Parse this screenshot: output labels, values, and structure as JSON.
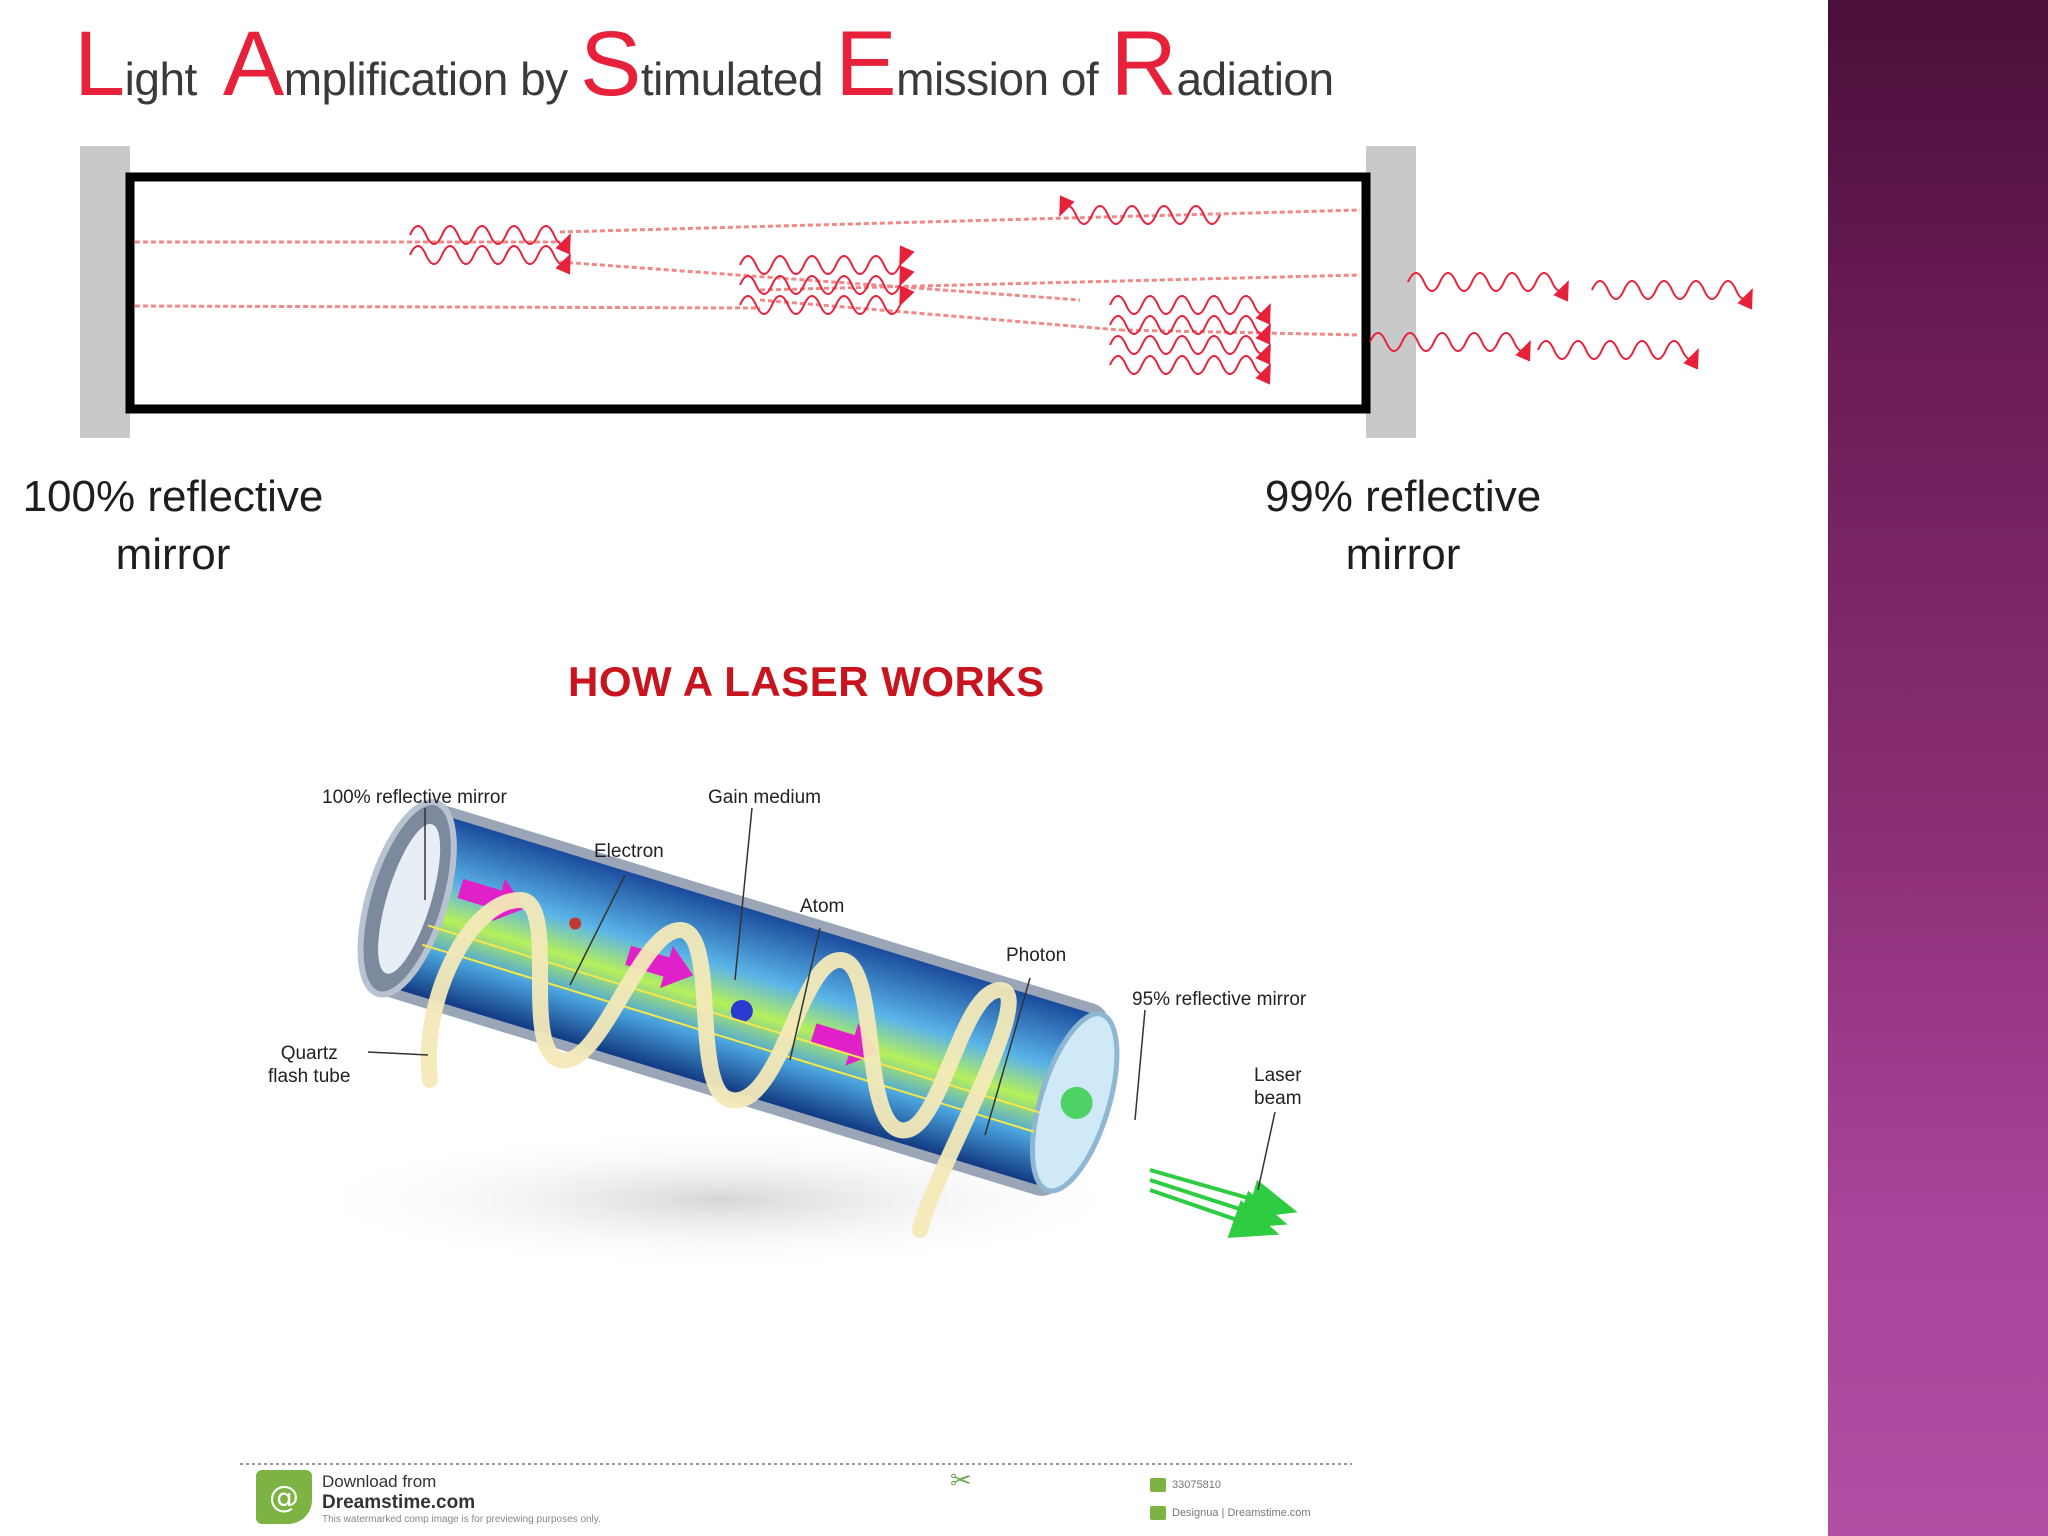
{
  "header": {
    "acronym": [
      {
        "initial": "L",
        "rest": "ight"
      },
      {
        "initial": "A",
        "rest": "mplification by "
      },
      {
        "initial": "S",
        "rest": "timulated "
      },
      {
        "initial": "E",
        "rest": "mission of "
      },
      {
        "initial": "R",
        "rest": "adiation"
      }
    ]
  },
  "top_diagram": {
    "left_mirror_label_line1": "100% reflective",
    "left_mirror_label_line2": "mirror",
    "right_mirror_label_line1": "99% reflective",
    "right_mirror_label_line2": "mirror"
  },
  "laser_illustration": {
    "title": "HOW A LASER WORKS",
    "labels": {
      "left_mirror": "100% reflective mirror",
      "gain_medium": "Gain medium",
      "electron": "Electron",
      "atom": "Atom",
      "photon": "Photon",
      "right_mirror": "95% reflective mirror",
      "flash_tube_line1": "Quartz",
      "flash_tube_line2": "flash tube",
      "laser_beam_line1": "Laser",
      "laser_beam_line2": "beam"
    }
  },
  "footer": {
    "download_line1": "Download from",
    "download_line2": "Dreamstime.com",
    "fine_print": "This watermarked comp image is for previewing purposes only.",
    "image_id": "33075810",
    "designer": "Designua | Dreamstime.com"
  },
  "colors": {
    "accent_red": "#e8213b",
    "title_red": "#c8141e",
    "sidebar_purple": "#8d2f77",
    "magenta_arrow": "#e020c8",
    "laser_green": "#2ecc40"
  }
}
